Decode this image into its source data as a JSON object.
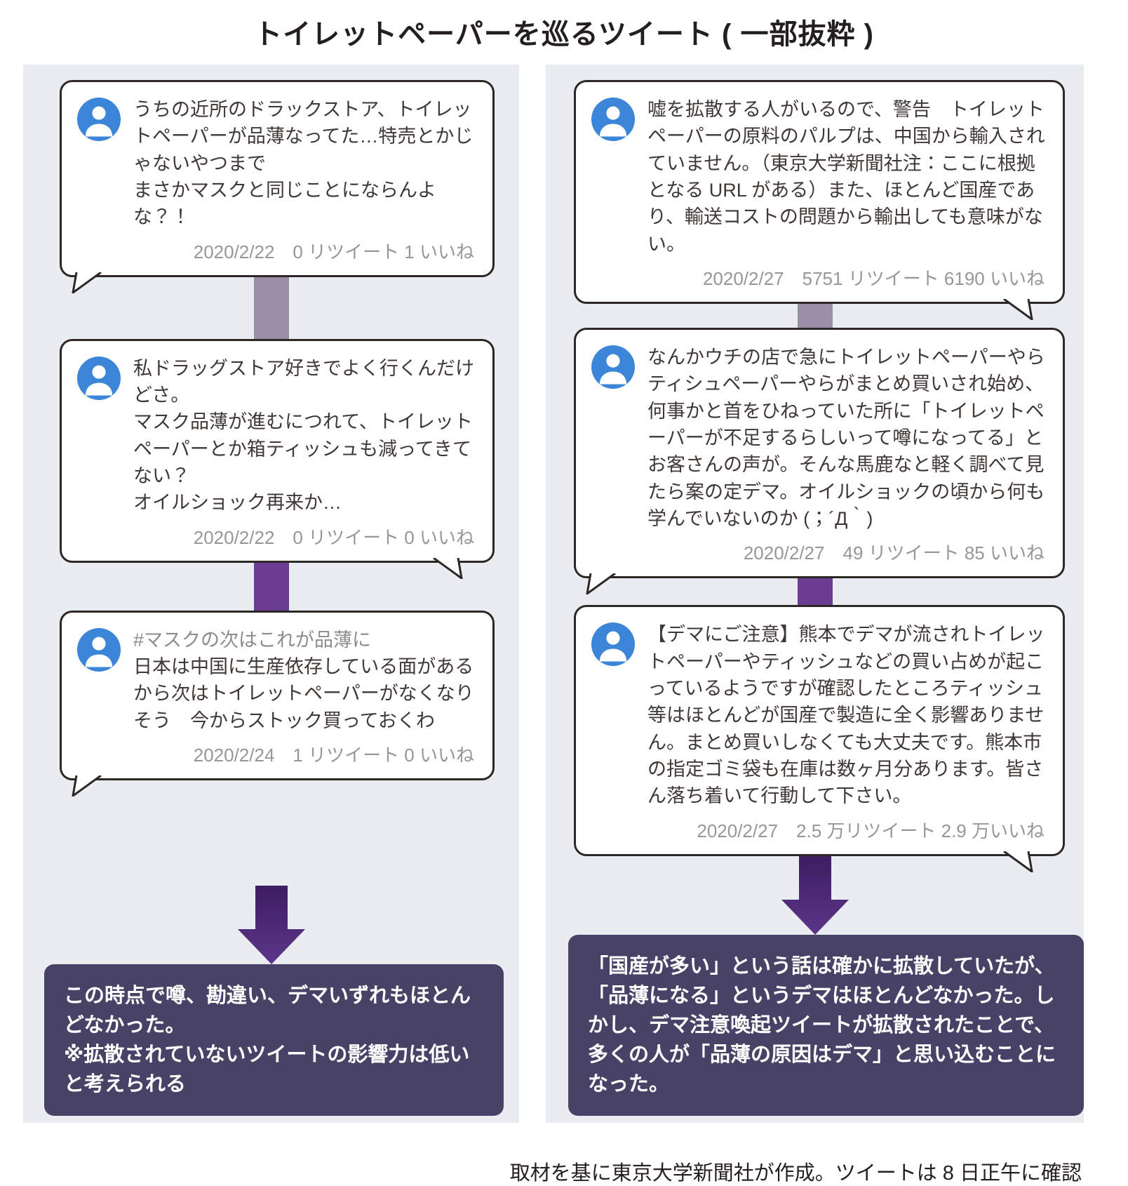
{
  "title": "トイレットペーパーを巡るツイート ( 一部抜粋 )",
  "source_note": "取材を基に東京大学新聞社が作成。ツイートは 8 日正午に確認",
  "colors": {
    "avatar_blue": "#3b86d8",
    "connector_muted": "#9c8da7",
    "connector_purple": "#6b3d92",
    "arrow_gradient_top": "#3e1d62",
    "arrow_gradient_bottom": "#5c3689",
    "summary_bg": "#484266",
    "panel_bg": "#e9edf1",
    "bubble_border": "#2e2725"
  },
  "left_column": {
    "tweets": [
      {
        "hashtag": "",
        "text": "うちの近所のドラックストア、トイレットペーパーが品薄なってた…特売とかじゃないやつまで\nまさかマスクと同じことにならんよな？！",
        "meta": "2020/2/22　0 リツイート 1 いいね"
      },
      {
        "hashtag": "",
        "text": "私ドラッグストア好きでよく行くんだけどさ。\nマスク品薄が進むにつれて、トイレットペーパーとか箱ティッシュも減ってきてない？\nオイルショック再来か…",
        "meta": "2020/2/22　0 リツイート 0 いいね"
      },
      {
        "hashtag": "#マスクの次はこれが品薄に",
        "text": "日本は中国に生産依存している面があるから次はトイレットペーパーがなくなりそう　今からストック買っておくわ",
        "meta": "2020/2/24　1 リツイート 0 いいね"
      }
    ],
    "summary": "この時点で噂、勘違い、デマいずれもほとんどなかった。\n※拡散されていないツイートの影響力は低いと考えられる"
  },
  "right_column": {
    "tweets": [
      {
        "hashtag": "",
        "text": "嘘を拡散する人がいるので、警告　トイレットペーパーの原料のパルプは、中国から輸入されていません。（東京大学新聞社注：ここに根拠となる URL がある）また、ほとんど国産であり、輸送コストの問題から輸出しても意味がない。",
        "meta": "2020/2/27　5751 リツイート 6190 いいね"
      },
      {
        "hashtag": "",
        "text": "なんかウチの店で急にトイレットペーパーやらティシュペーパーやらがまとめ買いされ始め、何事かと首をひねっていた所に「トイレットペーパーが不足するらしいって噂になってる」とお客さんの声が。そんな馬鹿なと軽く調べて見たら案の定デマ。オイルショックの頃から何も学んでいないのか (；´Д｀)",
        "meta": "2020/2/27　49 リツイート 85 いいね"
      },
      {
        "hashtag": "",
        "text": "【デマにご注意】熊本でデマが流されトイレットペーパーやティッシュなどの買い占めが起こっているようですが確認したところティッシュ等はほとんどが国産で製造に全く影響ありません。まとめ買いしなくても大丈夫です。熊本市の指定ゴミ袋も在庫は数ヶ月分あります。皆さん落ち着いて行動して下さい。",
        "meta": "2020/2/27　2.5 万リツイート 2.9 万いいね"
      }
    ],
    "summary": "「国産が多い」という話は確かに拡散していたが、「品薄になる」というデマはほとんどなかった。しかし、デマ注意喚起ツイートが拡散されたことで、多くの人が「品薄の原因はデマ」と思い込むことになった。"
  }
}
